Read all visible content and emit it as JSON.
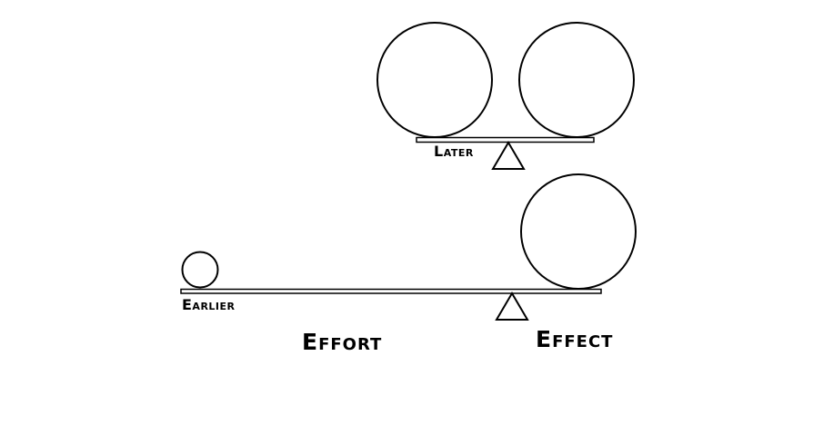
{
  "labels": {
    "later": "Later",
    "earlier": "Earlier",
    "effort": "Effort",
    "effect": "Effect"
  }
}
